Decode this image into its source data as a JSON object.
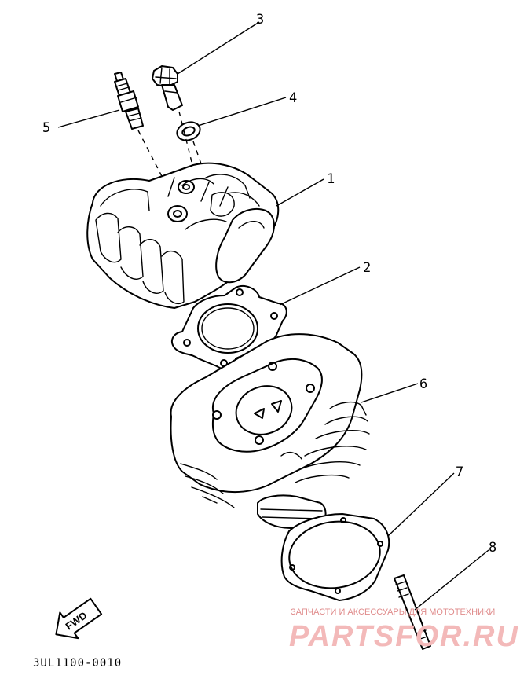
{
  "callouts": [
    {
      "id": "3",
      "label": "3"
    },
    {
      "id": "4",
      "label": "4"
    },
    {
      "id": "5",
      "label": "5"
    },
    {
      "id": "1",
      "label": "1"
    },
    {
      "id": "2",
      "label": "2"
    },
    {
      "id": "6",
      "label": "6"
    },
    {
      "id": "7",
      "label": "7"
    },
    {
      "id": "8",
      "label": "8"
    }
  ],
  "direction_label": "FWD",
  "diagram_code": "3UL1100-0010",
  "watermark": {
    "tagline": "ЗАПЧАСТИ И АКСЕССУАРЫ ДЛЯ МОТОТЕХНИКИ",
    "logo_text": "PARTSFOR.RU"
  },
  "colors": {
    "ink": "#000000",
    "watermark": "#f3b9b9"
  }
}
